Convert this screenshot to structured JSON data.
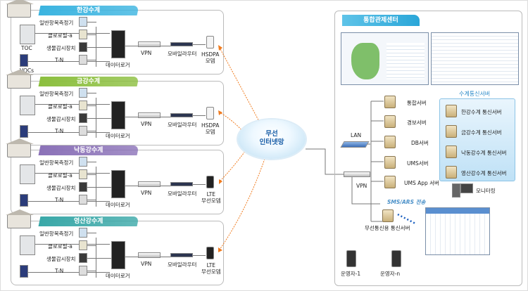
{
  "basins": [
    {
      "title": "한강수계",
      "color": "#3bb4e0",
      "extra_left": [
        "TOC",
        "VOCs"
      ],
      "modem": "HSDPA\n모뎀"
    },
    {
      "title": "금강수계",
      "color": "#8cbf3f",
      "extra_left": [],
      "modem": "HSDPA\n모뎀"
    },
    {
      "title": "낙동강수계",
      "color": "#8b72b8",
      "extra_left": [],
      "modem": "LTE\n무선모뎀"
    },
    {
      "title": "영산강수계",
      "color": "#3aa8a8",
      "extra_left": [],
      "modem": "LTE\n무선모뎀"
    }
  ],
  "instruments": [
    "일반항목측정기",
    "클로로필-a",
    "생물감시장치",
    "T-N"
  ],
  "datalogger": "데이터로거",
  "vpn": "VPN",
  "router": "모바일라우터",
  "cloud": {
    "line1": "무선",
    "line2": "인터넷망"
  },
  "center": {
    "title": "통합관제센터",
    "lan": "LAN",
    "vpn": "VPN",
    "servers": [
      "통합서버",
      "경보서버",
      "DB서버",
      "UMS서버",
      "UMS App 서버"
    ],
    "comm_title": "수계통신서버",
    "comm_servers": [
      "한강수계 통신서버",
      "금강수계 통신서버",
      "낙동강수계 통신서버",
      "영산강수계 통신서버"
    ],
    "monitoring": "모니터링",
    "sms": "SMS/ARS 전송",
    "wireless_server": "무선통신용 통신서버",
    "operators": [
      "운영자-1",
      "운영자-n"
    ]
  },
  "colors": {
    "arrow": "#f07b1e",
    "link": "#1b5fc0"
  }
}
